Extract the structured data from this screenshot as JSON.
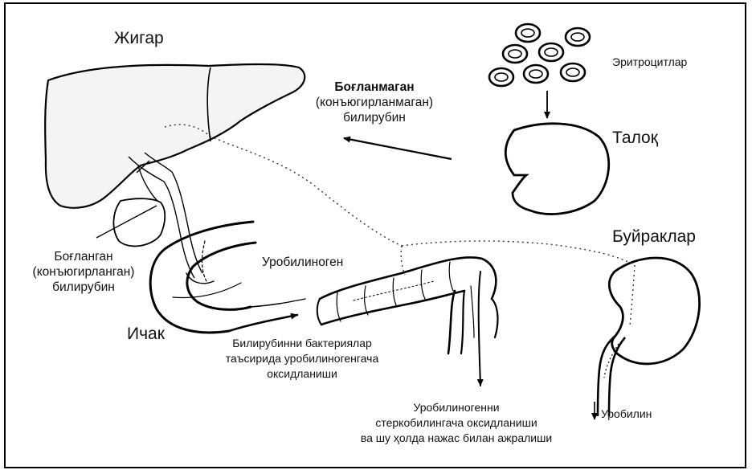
{
  "labels": {
    "liver": "Жигар",
    "erythrocytes": "Эритроцитлар",
    "spleen": "Талоқ",
    "kidneys": "Буйраклар",
    "intestine": "Ичак",
    "unconjugated_1": "Боғланмаган",
    "unconjugated_2": "(конъюгирланмаган)",
    "unconjugated_3": "билирубин",
    "conjugated_1": "Боғланган",
    "conjugated_2": "(конъюгирланган)",
    "conjugated_3": "билирубин",
    "urobilinogen": "Уробилиноген",
    "oxidation_1": "Билирубинни бактериялар",
    "oxidation_2": "таъсирида уробилиногенгача",
    "oxidation_3": "оксидланиши",
    "stercobilin_1": "Уробилиногенни",
    "stercobilin_2": "стеркобилингача оксидланиши",
    "stercobilin_3": "ва шу ҳолда нажас билан ажралиши",
    "urobilin": "Уробилин"
  }
}
